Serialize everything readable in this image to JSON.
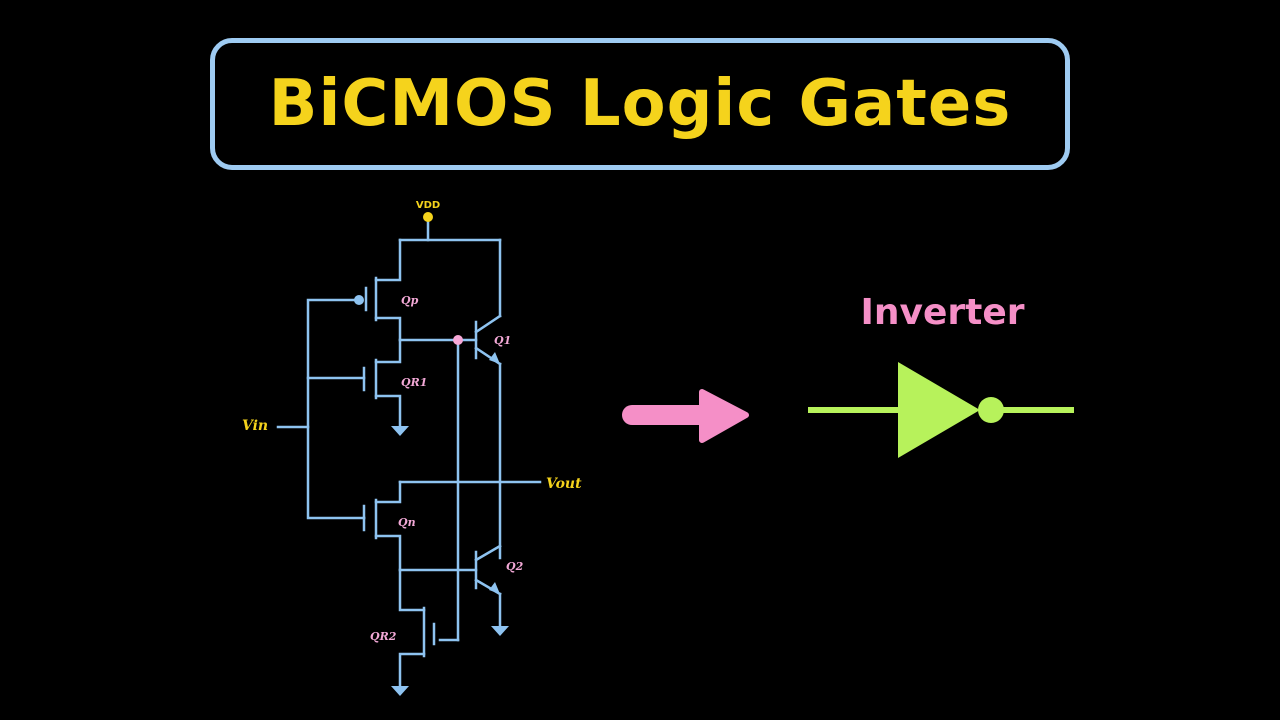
{
  "title": "BiCMOS Logic Gates",
  "colors": {
    "title_text": "#f5d31c",
    "title_border": "#9ecbf2",
    "wire": "#8ec3f0",
    "transistor_label": "#f2a8d6",
    "io_label": "#f5d31c",
    "arrow": "#f58fc7",
    "inverter": "#b7f25b",
    "inverter_label": "#f58fc7",
    "junction_pink": "#f7a9d8",
    "vdd_dot": "#f5d31c"
  },
  "circuit": {
    "vdd_label": "VDD",
    "vin_label": "Vin",
    "vout_label": "Vout",
    "transistors": {
      "qp": "Qp",
      "qr1": "QR1",
      "q1": "Q1",
      "qn": "Qn",
      "q2": "Q2",
      "qr2": "QR2"
    }
  },
  "inverter_label": "Inverter"
}
